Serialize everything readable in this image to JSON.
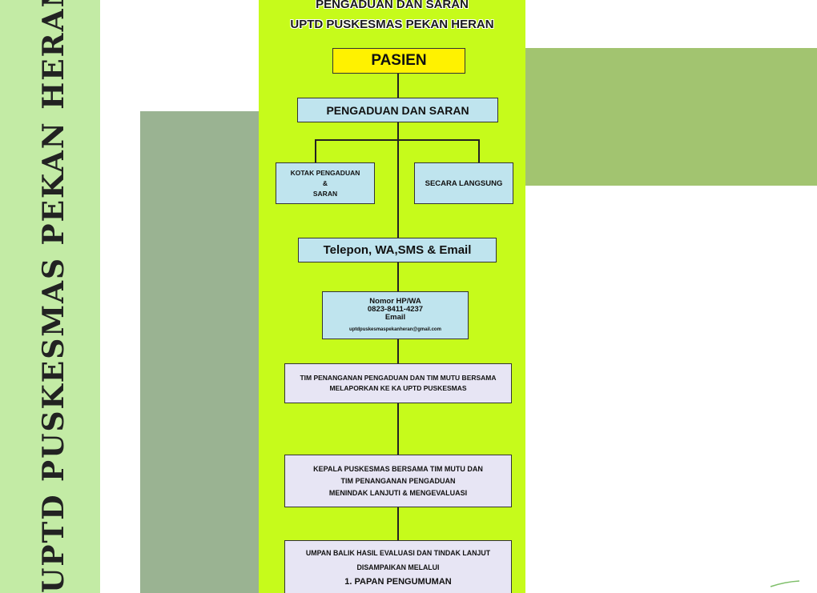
{
  "side_label": "UPTD PUSKESMAS PEKAN HERAN",
  "poster": {
    "title_line1": "PENGADUAN DAN SARAN",
    "title_line2": "UPTD PUSKESMAS PEKAN HERAN"
  },
  "flow": {
    "pasien": "PASIEN",
    "pengaduan": "PENGADUAN DAN SARAN",
    "kotak": {
      "line1": "KOTAK PENGADUAN",
      "line2": "&",
      "line3": "SARAN"
    },
    "langsung": "SECARA LANGSUNG",
    "telepon": "Telepon, WA,SMS & Email",
    "kontak": {
      "label_hp": "Nomor HP/WA",
      "nomor": "0823-8411-4237",
      "label_email": "Email",
      "email": "uptdpuskesmaspekanheran@gmail.com"
    },
    "tim": {
      "line1": "TIM PENANGANAN PENGADUAN DAN TIM MUTU BERSAMA",
      "line2": "MELAPORKAN KE KA UPTD PUSKESMAS"
    },
    "kepala": {
      "line1": "KEPALA PUSKESMAS BERSAMA TIM MUTU DAN",
      "line2": "TIM PENANGANAN PENGADUAN",
      "line3": "MENINDAK LANJUTI & MENGEVALUASI"
    },
    "umpan": {
      "line1": "UMPAN BALIK HASIL EVALUASI DAN TINDAK LANJUT",
      "line2": "DISAMPAIKAN MELALUI",
      "line3": "1. PAPAN PENGUMUMAN"
    }
  },
  "colors": {
    "poster_bg": "#c6fb1b",
    "box_blue": "#bfe4ee",
    "box_lavender": "#e7e5f4",
    "box_yellow": "#fff200",
    "side_band": "#c3eba5"
  }
}
